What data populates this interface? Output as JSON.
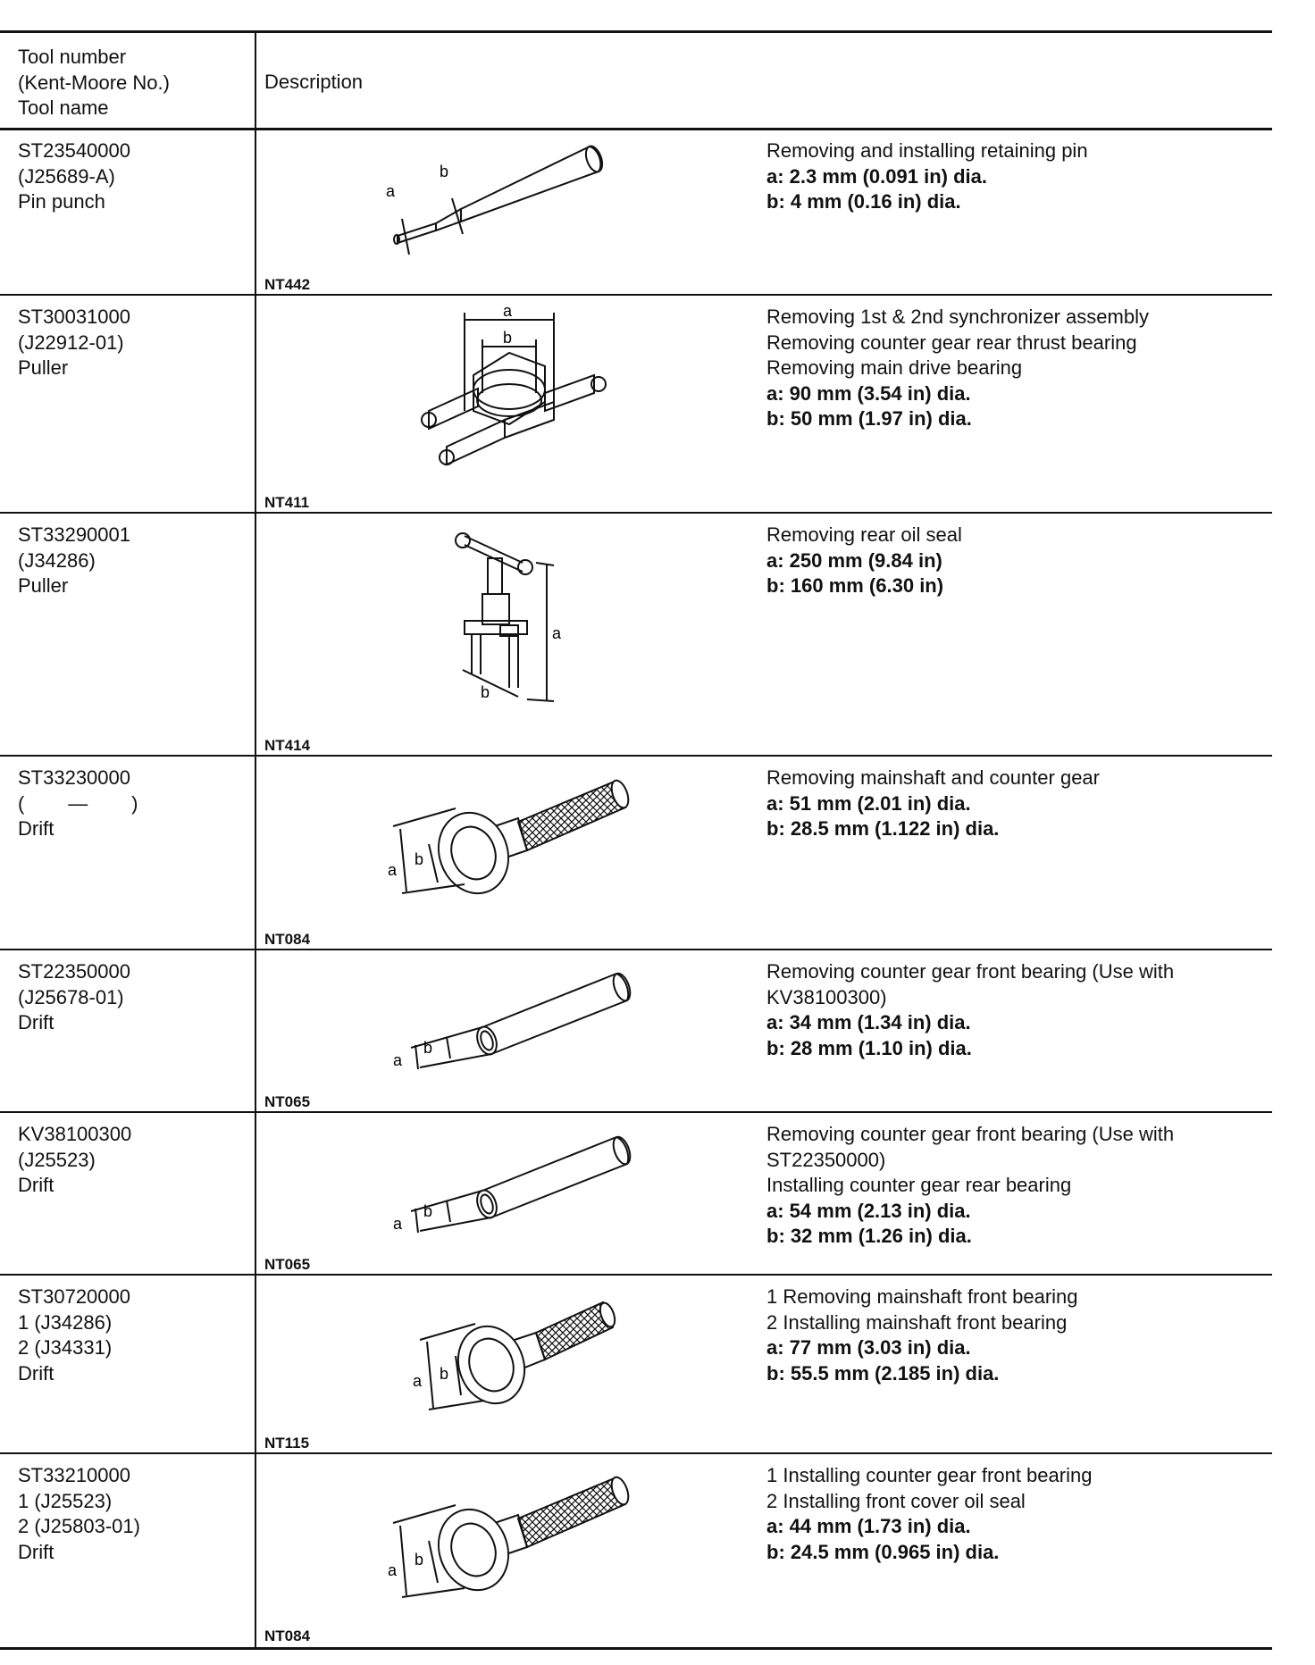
{
  "header": {
    "tool_col": [
      "Tool number",
      "(Kent-Moore No.)",
      "Tool name"
    ],
    "desc_col": "Description"
  },
  "rows": [
    {
      "tool": [
        "ST23540000",
        "(J25689-A)",
        "Pin punch"
      ],
      "desc": [
        "Removing and installing retaining pin"
      ],
      "dims": [
        "a: 2.3 mm (0.091 in) dia.",
        "b: 4 mm (0.16 in) dia."
      ],
      "figure_code": "NT442",
      "figure_icon": "pin-punch-icon",
      "fig_labels": [
        "a",
        "b"
      ]
    },
    {
      "tool": [
        "ST30031000",
        "(J22912-01)",
        "Puller"
      ],
      "desc": [
        "Removing 1st & 2nd synchronizer assembly",
        "Removing counter gear rear thrust bearing",
        "Removing main drive bearing"
      ],
      "dims": [
        "a: 90 mm (3.54 in) dia.",
        "b: 50 mm (1.97 in) dia."
      ],
      "figure_code": "NT411",
      "figure_icon": "bearing-puller-icon",
      "fig_labels": [
        "a",
        "b"
      ]
    },
    {
      "tool": [
        "ST33290001",
        "(J34286)",
        "Puller"
      ],
      "desc": [
        "Removing rear oil seal"
      ],
      "dims": [
        "a: 250 mm (9.84 in)",
        "b: 160 mm (6.30 in)"
      ],
      "figure_code": "NT414",
      "figure_icon": "oil-seal-puller-icon",
      "fig_labels": [
        "a",
        "b"
      ]
    },
    {
      "tool": [
        "ST33230000",
        "(        —        )",
        "Drift"
      ],
      "desc": [
        "Removing mainshaft and counter gear"
      ],
      "dims": [
        "a: 51 mm (2.01 in) dia.",
        "b: 28.5 mm (1.122 in) dia."
      ],
      "figure_code": "NT084",
      "figure_icon": "knurled-drift-icon",
      "fig_labels": [
        "a",
        "b"
      ]
    },
    {
      "tool": [
        "ST22350000",
        "(J25678-01)",
        "Drift"
      ],
      "desc": [
        "Removing counter gear front bearing (Use with",
        "KV38100300)"
      ],
      "dims": [
        "a: 34 mm (1.34 in) dia.",
        "b: 28 mm (1.10 in) dia."
      ],
      "figure_code": "NT065",
      "figure_icon": "tube-drift-icon",
      "fig_labels": [
        "a",
        "b"
      ]
    },
    {
      "tool": [
        "KV38100300",
        "(J25523)",
        "Drift"
      ],
      "desc": [
        "Removing counter gear front bearing (Use with",
        "ST22350000)",
        "Installing counter gear rear bearing"
      ],
      "dims": [
        "a: 54 mm (2.13 in) dia.",
        "b: 32 mm (1.26 in) dia."
      ],
      "figure_code": "NT065",
      "figure_icon": "tube-drift-icon",
      "fig_labels": [
        "a",
        "b"
      ]
    },
    {
      "tool": [
        "ST30720000",
        "1 (J34286)",
        "2 (J34331)",
        "Drift"
      ],
      "desc": [
        "1 Removing mainshaft front bearing",
        "2 Installing mainshaft front bearing"
      ],
      "dims": [
        "a: 77 mm (3.03 in) dia.",
        "b: 55.5 mm (2.185 in) dia."
      ],
      "figure_code": "NT115",
      "figure_icon": "knurled-drift-icon",
      "fig_labels": [
        "a",
        "b"
      ]
    },
    {
      "tool": [
        "ST33210000",
        "1 (J25523)",
        "2 (J25803-01)",
        "Drift"
      ],
      "desc": [
        "1 Installing counter gear front bearing",
        "2 Installing front cover oil seal"
      ],
      "dims": [
        "a: 44 mm (1.73 in) dia.",
        "b: 24.5 mm (0.965 in) dia."
      ],
      "figure_code": "NT084",
      "figure_icon": "knurled-drift-icon",
      "fig_labels": [
        "a",
        "b"
      ]
    }
  ]
}
